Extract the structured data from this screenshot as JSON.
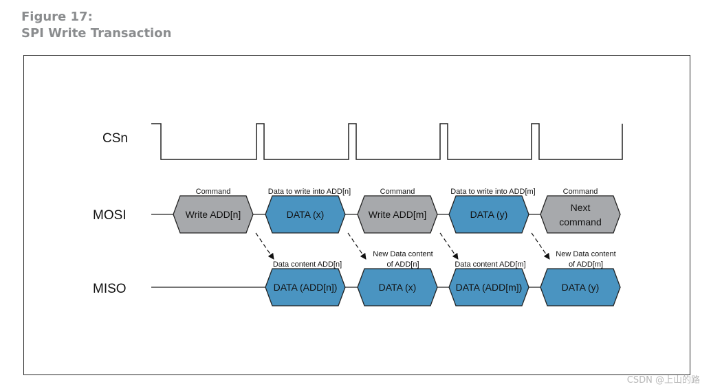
{
  "figure": {
    "number": "Figure 17:",
    "title": "SPI Write Transaction"
  },
  "signals": {
    "csn": "CSn",
    "mosi": "MOSI",
    "miso": "MISO"
  },
  "mosi_labels": [
    "Command",
    "Data to write into ADD[n]",
    "Command",
    "Data to write into ADD[m]",
    "Command"
  ],
  "mosi_boxes": [
    {
      "lines": [
        "Write ADD[n]"
      ],
      "kind": "command"
    },
    {
      "lines": [
        "DATA (x)"
      ],
      "kind": "data"
    },
    {
      "lines": [
        "Write ADD[m]"
      ],
      "kind": "command"
    },
    {
      "lines": [
        "DATA (y)"
      ],
      "kind": "data"
    },
    {
      "lines": [
        "Next",
        "command"
      ],
      "kind": "command"
    }
  ],
  "miso_labels": [
    {
      "lines": [
        "Data content ADD[n]"
      ]
    },
    {
      "lines": [
        "New Data content",
        "of ADD[n]"
      ]
    },
    {
      "lines": [
        "Data content ADD[m]"
      ]
    },
    {
      "lines": [
        "New Data content",
        "of ADD[m]"
      ]
    }
  ],
  "miso_boxes": [
    {
      "lines": [
        "DATA (ADD[n])"
      ],
      "kind": "data"
    },
    {
      "lines": [
        "DATA (x)"
      ],
      "kind": "data"
    },
    {
      "lines": [
        "DATA (ADD[m])"
      ],
      "kind": "data"
    },
    {
      "lines": [
        "DATA (y)"
      ],
      "kind": "data"
    }
  ],
  "colors": {
    "command_fill": "#a7a9ac",
    "data_fill": "#4a94c1",
    "stroke": "#222222",
    "title": "#8a8c8e"
  },
  "watermark": "CSDN @上山的路"
}
